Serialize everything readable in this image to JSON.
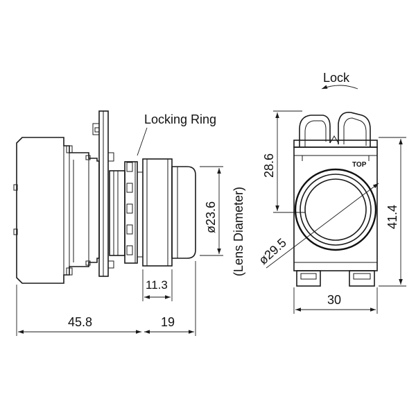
{
  "labels": {
    "locking_ring": "Locking Ring",
    "lock": "Lock",
    "lens_diameter": "(Lens Diameter)",
    "top_mark": "TOP"
  },
  "dimensions": {
    "body_length": "45.8",
    "operator_length": "19",
    "ring_width": "11.3",
    "lens_dia": "ø23.6",
    "bezel_dia": "ø29.5",
    "height_top": "28.6",
    "height_total": "41.4",
    "width": "30"
  },
  "colors": {
    "line": "#1a1a1a",
    "background": "#ffffff"
  }
}
